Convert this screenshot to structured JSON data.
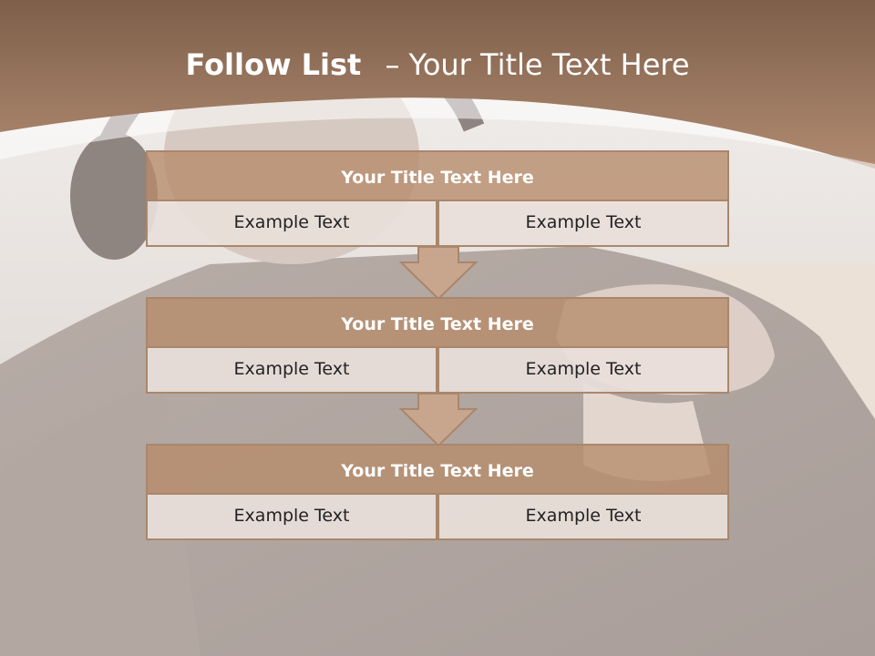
{
  "slide": {
    "title_bold": "Follow List",
    "title_sep": "–",
    "title_rest": "Your Title Text Here"
  },
  "steps": [
    {
      "title": "Your Title Text Here",
      "left": "Example Text",
      "right": "Example Text"
    },
    {
      "title": "Your Title Text Here",
      "left": "Example Text",
      "right": "Example Text"
    },
    {
      "title": "Your Title Text Here",
      "left": "Example Text",
      "right": "Example Text"
    }
  ],
  "colors": {
    "header_brown": "#8f6c55",
    "box_title_fill": "#c09a80",
    "box_border": "#a9876c",
    "cell_fill": "#e7ddd7",
    "arrow_fill": "#c8a68e"
  },
  "icons": [
    "down-arrow-icon",
    "down-arrow-icon"
  ]
}
